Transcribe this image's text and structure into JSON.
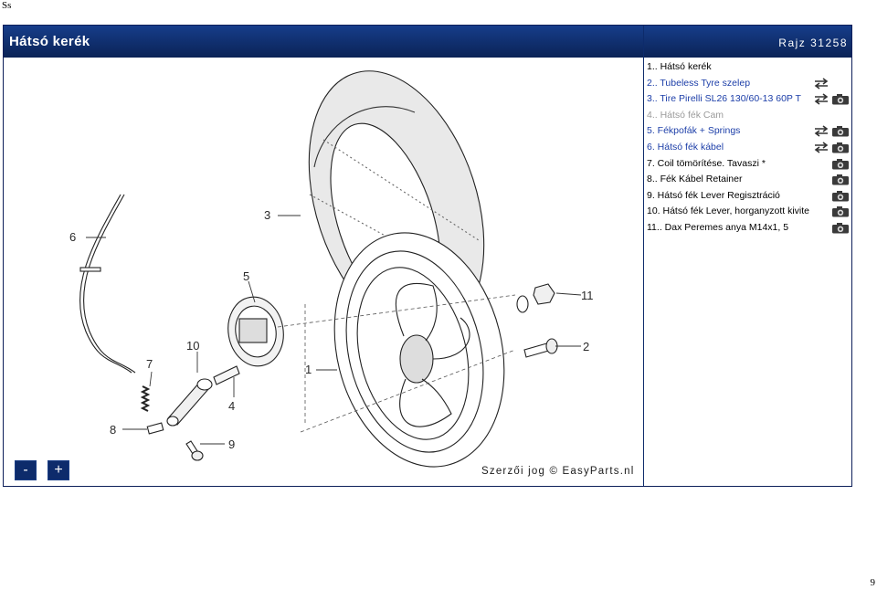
{
  "corner_text": "Ss",
  "page_number": "9",
  "header": {
    "title": "Hátsó kerék",
    "drawing_label": "Rajz 31258"
  },
  "callouts": [
    "1",
    "2",
    "3",
    "4",
    "5",
    "6",
    "7",
    "8",
    "9",
    "10",
    "11"
  ],
  "parts": [
    {
      "label": "1.. Hátsó kerék",
      "style": "normal",
      "swap_icon": false,
      "camera_icon": false
    },
    {
      "label": "2.. Tubeless Tyre szelep",
      "style": "linked",
      "swap_icon": true,
      "camera_icon": false
    },
    {
      "label": "3.. Tire Pirelli SL26 130/60-13 60P T",
      "style": "linked",
      "swap_icon": true,
      "camera_icon": true
    },
    {
      "label": "4.. Hátsó fék Cam",
      "style": "disabled",
      "swap_icon": false,
      "camera_icon": false
    },
    {
      "label": "5. Fékpofák + Springs",
      "style": "linked",
      "swap_icon": true,
      "camera_icon": true
    },
    {
      "label": "6. Hátsó fék kábel",
      "style": "linked",
      "swap_icon": true,
      "camera_icon": true
    },
    {
      "label": "7. Coil tömörítése. Tavaszi *",
      "style": "normal",
      "swap_icon": false,
      "camera_icon": true
    },
    {
      "label": "8.. Fék Kábel Retainer",
      "style": "normal",
      "swap_icon": false,
      "camera_icon": true
    },
    {
      "label": "9. Hátsó fék Lever Regisztráció",
      "style": "normal",
      "swap_icon": false,
      "camera_icon": true
    },
    {
      "label": "10. Hátsó fék Lever, horganyzott kivite",
      "style": "normal",
      "swap_icon": false,
      "camera_icon": true
    },
    {
      "label": "11.. Dax Peremes anya M14x1, 5",
      "style": "normal",
      "swap_icon": false,
      "camera_icon": true
    }
  ],
  "controls": {
    "zoom_out": "-",
    "zoom_in": "+"
  },
  "footer": {
    "copyright": "Szerzői jog © EasyParts.nl"
  },
  "colors": {
    "header_bg": "#0d2b6b",
    "link": "#1c3ea8",
    "disabled": "#9a9a9a"
  }
}
